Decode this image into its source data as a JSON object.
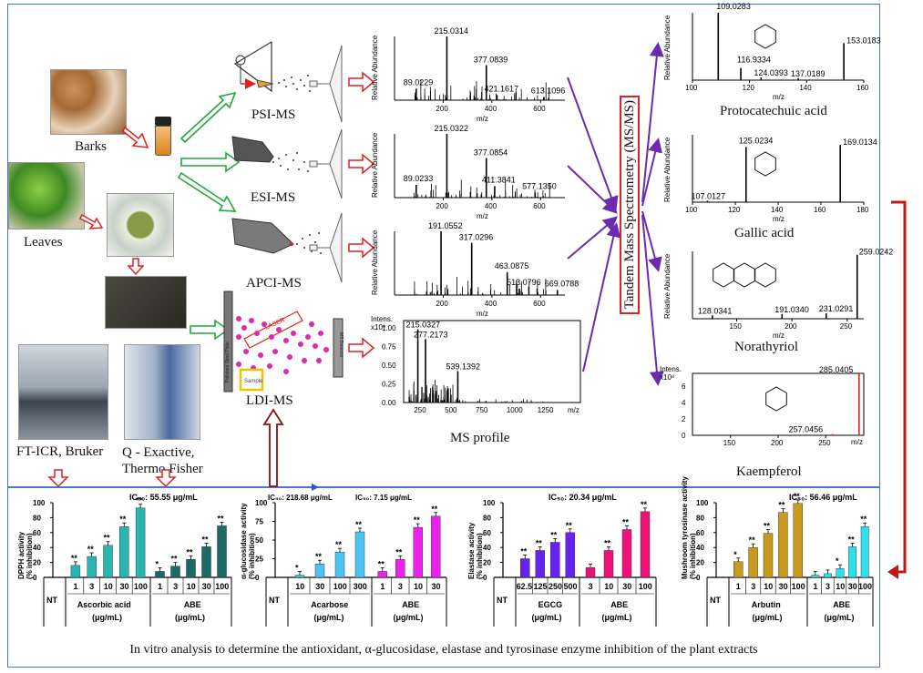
{
  "sources": {
    "barks": "Barks",
    "leaves": "Leaves",
    "ftcr": "FT-ICR, Bruker",
    "qexactive": "Q - Exactive, Thermo Fisher"
  },
  "ionization": {
    "psi": "PSI-MS",
    "esi": "ESI-MS",
    "apci": "APCI-MS",
    "ldi": "LDI-MS",
    "laser": "LASER",
    "plate": "Polished Steel Plate",
    "detector": "MS Detector",
    "sample": "Sample"
  },
  "spectra_common": {
    "ylabel": "Relative Abundance",
    "xlabel": "m/z",
    "intens": "Intens."
  },
  "spectra": [
    {
      "id": "psi",
      "peaks": [
        {
          "mz": 89.0229,
          "label": "89.0229"
        },
        {
          "mz": 215.0314,
          "label": "215.0314"
        },
        {
          "mz": 377.0839,
          "label": "377.0839"
        },
        {
          "mz": 421.1617,
          "label": "421.1617"
        },
        {
          "mz": 613.1096,
          "label": "613.1096"
        }
      ],
      "xticks": [
        "200",
        "400",
        "600"
      ]
    },
    {
      "id": "esi",
      "peaks": [
        {
          "mz": 89.0233,
          "label": "89.0233"
        },
        {
          "mz": 215.0322,
          "label": "215.0322"
        },
        {
          "mz": 377.0854,
          "label": "377.0854"
        },
        {
          "mz": 411.3841,
          "label": "411.3841"
        },
        {
          "mz": 577.135,
          "label": "577.1350"
        }
      ],
      "xticks": [
        "200",
        "400",
        "600"
      ]
    },
    {
      "id": "apci",
      "peaks": [
        {
          "mz": 191.0552,
          "label": "191.0552"
        },
        {
          "mz": 317.0296,
          "label": "317.0296"
        },
        {
          "mz": 463.0875,
          "label": "463.0875"
        },
        {
          "mz": 513.0796,
          "label": "513.0796"
        },
        {
          "mz": 669.0788,
          "label": "669.0788"
        }
      ],
      "xticks": [
        "200",
        "400",
        "600"
      ]
    },
    {
      "id": "ldi",
      "scale": "x10⁹",
      "yticks": [
        "1.00",
        "0.75",
        "0.50",
        "0.25",
        "0.00"
      ],
      "xticks": [
        "250",
        "500",
        "750",
        "1000",
        "1250"
      ],
      "peaks": [
        {
          "mz": 215.0327,
          "label": "215.0327"
        },
        {
          "mz": 277.2173,
          "label": "277.2173"
        },
        {
          "mz": 539.1392,
          "label": "539.1392"
        }
      ]
    }
  ],
  "ms_profile": "MS profile",
  "tandem": "Tandem Mass Spectrometry (MS/MS)",
  "compounds": [
    {
      "name": "Protocatechuic acid",
      "peaks": [
        "109.0283",
        "116.9334",
        "124.0393",
        "137.0189",
        "153.0183"
      ],
      "xticks": [
        "100",
        "120",
        "140",
        "160"
      ]
    },
    {
      "name": "Gallic acid",
      "peaks": [
        "107.0127",
        "125.0234",
        "169.0134"
      ],
      "xticks": [
        "100",
        "120",
        "140",
        "160",
        "180"
      ]
    },
    {
      "name": "Norathyriol",
      "peaks": [
        "128.0341",
        "191.0340",
        "231.0291",
        "259.0242"
      ],
      "xticks": [
        "150",
        "200",
        "250"
      ]
    },
    {
      "name": "Kaempferol",
      "peaks": [
        "257.0456",
        "285.0405"
      ],
      "scale": "x10⁸",
      "yticks": [
        "6",
        "4",
        "2",
        "0"
      ],
      "xticks": [
        "150",
        "200",
        "250"
      ]
    }
  ],
  "assays": [
    {
      "id": "dpph",
      "ylabel": "DPPH activity (% inhibition)",
      "ic50": "IC₅₀: 55.55 μg/mL",
      "yticks": [
        "100",
        "80",
        "60",
        "40",
        "20",
        "0"
      ],
      "groups": [
        {
          "name": "Ascorbic acid (μg/mL)",
          "doses": [
            "1",
            "3",
            "10",
            "30",
            "100"
          ],
          "values": [
            16,
            28,
            43,
            68,
            93
          ],
          "color": "#2bb5b0",
          "sig": [
            "**",
            "**",
            "**",
            "**",
            "**"
          ]
        },
        {
          "name": "ABE (μg/mL)",
          "doses": [
            "1",
            "3",
            "10",
            "30",
            "100"
          ],
          "values": [
            8,
            15,
            24,
            41,
            69
          ],
          "color": "#1b6a66",
          "sig": [
            "*",
            "**",
            "**",
            "**",
            "**"
          ]
        }
      ]
    },
    {
      "id": "agluc",
      "ylabel": "α-glucosidase activity (% inhibition)",
      "ic50_a": "IC₅₀: 218.68 μg/mL",
      "ic50_b": "IC₅₀: 7.15 μg/mL",
      "yticks": [
        "100",
        "75",
        "50",
        "25",
        "0"
      ],
      "groups": [
        {
          "name": "Acarbose (μg/mL)",
          "doses": [
            "10",
            "30",
            "100",
            "300"
          ],
          "values": [
            3,
            18,
            34,
            61
          ],
          "color": "#4cc3f0",
          "sig": [
            "*",
            "**",
            "**",
            "**"
          ]
        },
        {
          "name": "ABE (μg/mL)",
          "doses": [
            "1",
            "3",
            "10",
            "30"
          ],
          "values": [
            8,
            24,
            67,
            82
          ],
          "color": "#ee22ee",
          "sig": [
            "**",
            "**",
            "**",
            "**"
          ]
        }
      ]
    },
    {
      "id": "elastase",
      "ylabel": "Elastase activity (% inhibition)",
      "ic50": "IC₅₀: 20.34 μg/mL",
      "yticks": [
        "100",
        "80",
        "60",
        "40",
        "20",
        "0"
      ],
      "groups": [
        {
          "name": "EGCG (μg/mL)",
          "doses": [
            "62.5",
            "125",
            "250",
            "500"
          ],
          "values": [
            25,
            36,
            47,
            60
          ],
          "color": "#6622ee",
          "sig": [
            "**",
            "**",
            "**",
            "**"
          ]
        },
        {
          "name": "ABE (μg/mL)",
          "doses": [
            "3",
            "10",
            "30",
            "100"
          ],
          "values": [
            13,
            36,
            64,
            88
          ],
          "color": "#ee1177",
          "sig": [
            "",
            "**",
            "**",
            "**"
          ]
        }
      ]
    },
    {
      "id": "tyrosinase",
      "ylabel": "Mushroom tyrosinase activity (% inhibition)",
      "ic50": "IC₅₀: 56.46 μg/mL",
      "yticks": [
        "100",
        "80",
        "60",
        "40",
        "20",
        "0"
      ],
      "groups": [
        {
          "name": "Arbutin (μg/mL)",
          "doses": [
            "1",
            "3",
            "10",
            "30",
            "100"
          ],
          "values": [
            21,
            40,
            59,
            87,
            99
          ],
          "color": "#c89b1e",
          "sig": [
            "*",
            "**",
            "**",
            "**",
            "**"
          ]
        },
        {
          "name": "ABE (μg/mL)",
          "doses": [
            "1",
            "3",
            "10",
            "30",
            "100"
          ],
          "values": [
            3,
            5,
            12,
            41,
            68
          ],
          "color": "#2ee0ee",
          "sig": [
            "",
            "",
            "*",
            "**",
            "**"
          ]
        }
      ]
    }
  ],
  "nt": "NT",
  "caption": "In vitro analysis to determine the antioxidant, α-glucosidase, elastase and tyrosinase enzyme inhibition of the plant extracts",
  "colors": {
    "frame": "#4a78c6",
    "arrow_red": "#e02020",
    "arrow_green": "#22a83a",
    "arrow_purple": "#6a2bb0",
    "dark_red": "#8a1010"
  }
}
